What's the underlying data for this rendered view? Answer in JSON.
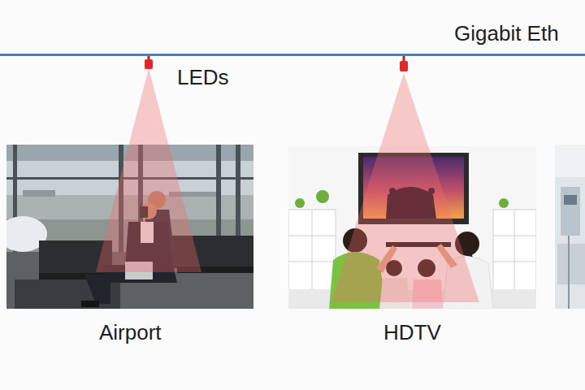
{
  "diagram": {
    "nodes": [
      {
        "text": [
          "Airport"
        ]
      },
      {
        "text": [
          "HDTV"
        ]
      }
    ],
    "labels": [
      "Gigabit Eth",
      "LEDs"
    ]
  }
}
